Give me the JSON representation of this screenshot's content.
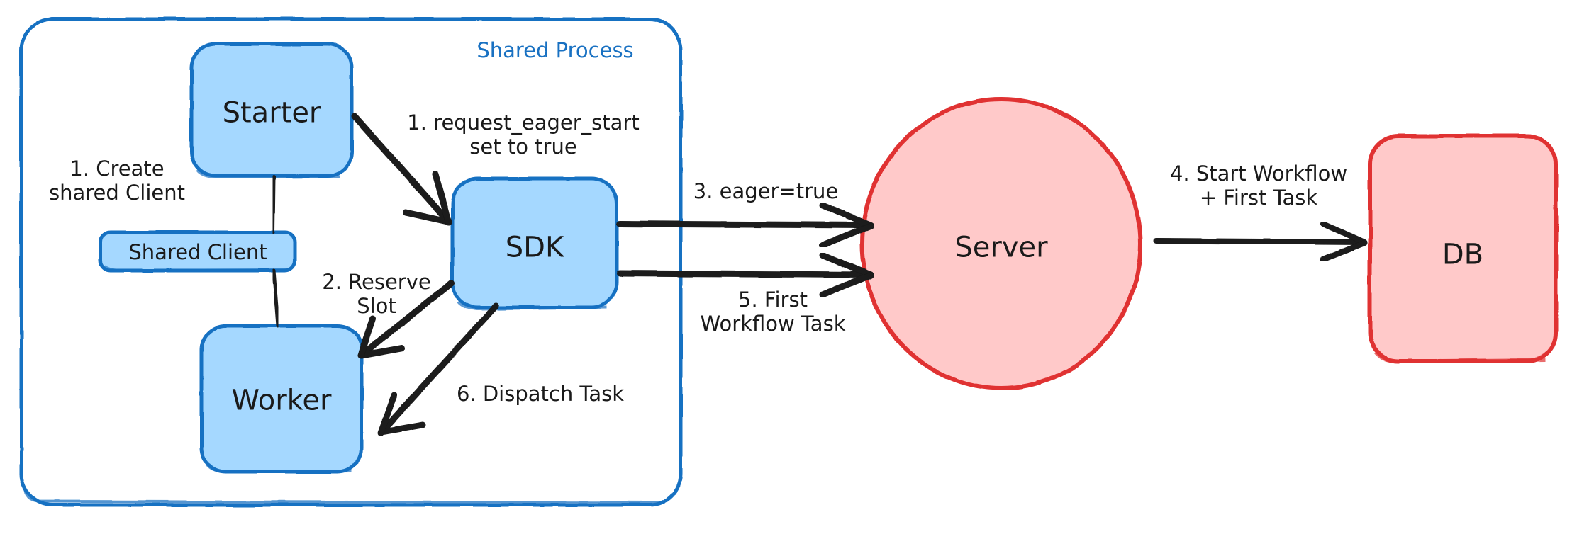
{
  "diagram": {
    "title": "Eager Workflow Start sequence",
    "type": "flow-diagram",
    "colors": {
      "blue_stroke": "#1971c2",
      "blue_fill": "#a5d8ff",
      "red_stroke": "#e03131",
      "red_fill": "#ffc9c9",
      "arrow": "#1a1a1a",
      "text": "#1a1a1a",
      "background": "#ffffff"
    },
    "groups": [
      {
        "id": "shared-process",
        "label": "Shared Process",
        "stroke": "#1971c2",
        "fill": "none"
      }
    ],
    "nodes": [
      {
        "id": "starter",
        "label": "Starter",
        "shape": "rounded-rect",
        "style": "blue"
      },
      {
        "id": "shared-client",
        "label": "Shared Client",
        "shape": "rounded-rect",
        "style": "blue"
      },
      {
        "id": "worker",
        "label": "Worker",
        "shape": "rounded-rect",
        "style": "blue"
      },
      {
        "id": "sdk",
        "label": "SDK",
        "shape": "rounded-rect",
        "style": "blue"
      },
      {
        "id": "server",
        "label": "Server",
        "shape": "ellipse",
        "style": "red"
      },
      {
        "id": "db",
        "label": "DB",
        "shape": "rounded-rect",
        "style": "red"
      }
    ],
    "edges": [
      {
        "id": "e1",
        "from": "starter",
        "to": "shared-client",
        "label": "1. Create\nshared Client",
        "arrow": false
      },
      {
        "id": "e2",
        "from": "shared-client",
        "to": "worker",
        "label": "",
        "arrow": false
      },
      {
        "id": "e3",
        "from": "starter",
        "to": "sdk",
        "label": "1. request_eager_start\nset to true",
        "arrow": true
      },
      {
        "id": "e4",
        "from": "sdk",
        "to": "worker",
        "label": "2. Reserve\nSlot",
        "arrow": true
      },
      {
        "id": "e5",
        "from": "sdk",
        "to": "worker",
        "label": "6. Dispatch Task",
        "arrow": true
      },
      {
        "id": "e6",
        "from": "sdk",
        "to": "server",
        "label": "3. eager=true",
        "arrow": true
      },
      {
        "id": "e7",
        "from": "sdk",
        "to": "server",
        "label": "5. First\nWorkflow Task",
        "arrow": true
      },
      {
        "id": "e8",
        "from": "server",
        "to": "db",
        "label": "4. Start Workflow\n+ First Task",
        "arrow": true
      }
    ],
    "labels": {
      "shared_process": "Shared Process",
      "starter": "Starter",
      "shared_client": "Shared Client",
      "worker": "Worker",
      "sdk": "SDK",
      "server": "Server",
      "db": "DB",
      "step1_create": "1. Create\nshared Client",
      "step1_eager": "1. request_eager_start\nset to true",
      "step2_reserve": "2. Reserve\nSlot",
      "step3_eager": "3. eager=true",
      "step4_start": "4. Start Workflow\n+ First Task",
      "step5_first": "5. First\nWorkflow Task",
      "step6_dispatch": "6. Dispatch Task"
    }
  }
}
